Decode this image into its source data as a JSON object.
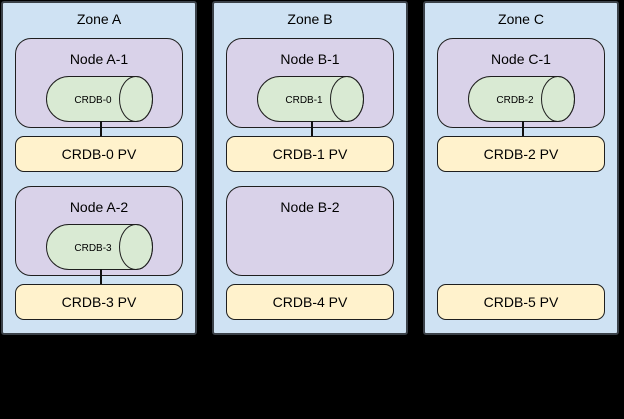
{
  "colors": {
    "zone_fill": "#cfe2f3",
    "zone_border": "#3b4148",
    "node_fill": "#d9d2e9",
    "pod_fill": "#d9ead3",
    "pv_fill": "#fff2cc",
    "shape_border": "#1f1f1f",
    "connector_color": "#111111",
    "text_color": "#000000",
    "background": "#000000"
  },
  "zones": [
    {
      "label": "Zone A",
      "nodes": [
        {
          "label": "Node A-1",
          "pod": "CRDB-0"
        },
        {
          "label": "Node A-2",
          "pod": "CRDB-3"
        }
      ],
      "pvs": [
        {
          "label": "CRDB-0 PV"
        },
        {
          "label": "CRDB-3 PV"
        }
      ]
    },
    {
      "label": "Zone B",
      "nodes": [
        {
          "label": "Node B-1",
          "pod": "CRDB-1"
        },
        {
          "label": "Node B-2"
        }
      ],
      "pvs": [
        {
          "label": "CRDB-1 PV"
        },
        {
          "label": "CRDB-4 PV"
        }
      ]
    },
    {
      "label": "Zone C",
      "nodes": [
        {
          "label": "Node C-1",
          "pod": "CRDB-2"
        }
      ],
      "pvs": [
        {
          "label": "CRDB-2 PV"
        },
        {
          "label": "CRDB-5 PV"
        }
      ]
    }
  ]
}
